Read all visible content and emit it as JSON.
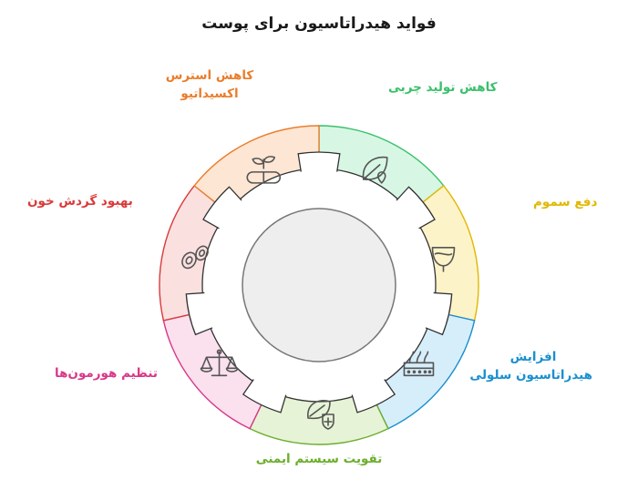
{
  "title": "فواید هیدراتاسیون برای پوست",
  "segments": [
    {
      "lines": [
        "کاهش تولید چربی"
      ],
      "color": "#3ac06a",
      "fill": "#d7f7e4",
      "icon": "leaf-drop-icon"
    },
    {
      "lines": [
        "دفع سموم"
      ],
      "color": "#e0b800",
      "fill": "#fdf3c8",
      "icon": "menstrual-cup-icon"
    },
    {
      "lines": [
        "افزایش",
        "هیدراتاسیون سلولی"
      ],
      "color": "#1a8fd0",
      "fill": "#d6eefa",
      "icon": "skin-layers-icon"
    },
    {
      "lines": [
        "تقویت سیستم ایمنی"
      ],
      "color": "#6cae2c",
      "fill": "#e6f3d6",
      "icon": "leaf-shield-icon"
    },
    {
      "lines": [
        "تنظیم هورمون‌ها"
      ],
      "color": "#d8388a",
      "fill": "#fbe0ee",
      "icon": "balance-scale-icon"
    },
    {
      "lines": [
        "بهبود گردش خون"
      ],
      "color": "#d93a3a",
      "fill": "#fbe0e0",
      "icon": "blood-cells-icon"
    },
    {
      "lines": [
        "کاهش استرس",
        "اکسیداتیو"
      ],
      "color": "#ea7d2c",
      "fill": "#fde6d3",
      "icon": "plant-capsule-icon"
    }
  ],
  "center": {
    "icon": "water-glass-icon"
  }
}
